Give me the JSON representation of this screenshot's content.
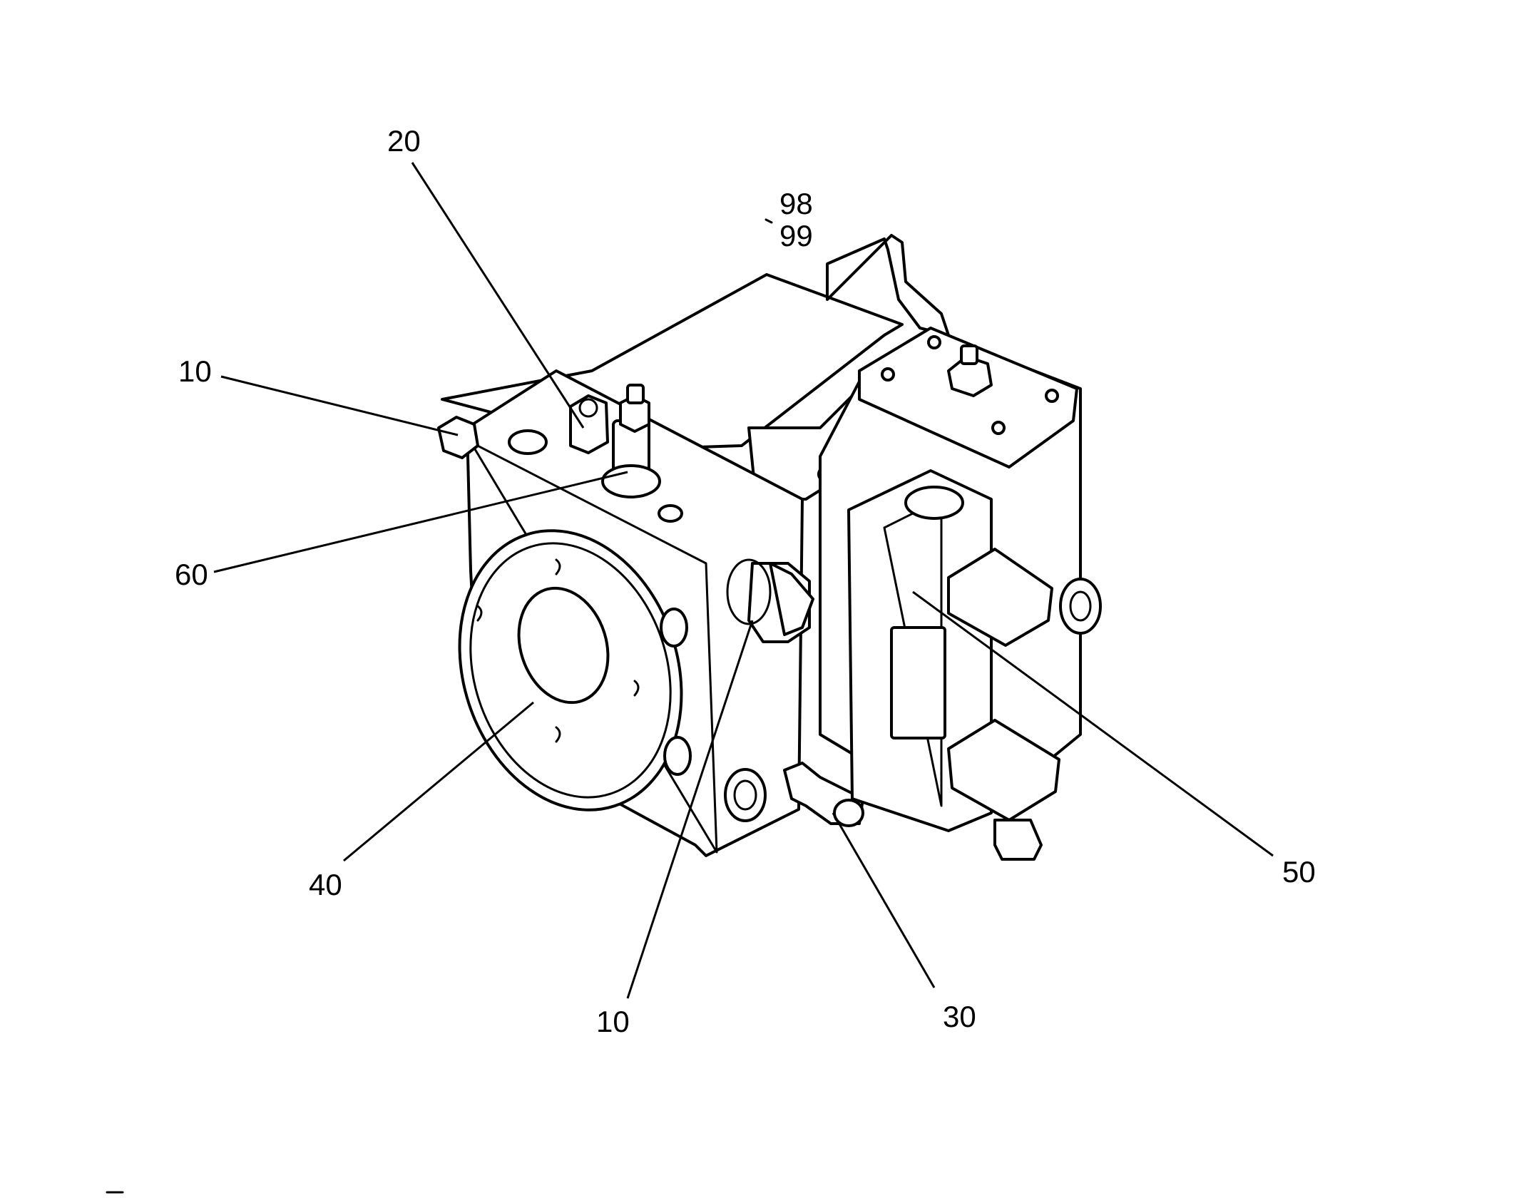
{
  "callouts": [
    {
      "id": "c20",
      "label": "20"
    },
    {
      "id": "c98",
      "label": "98"
    },
    {
      "id": "c99",
      "label": "99"
    },
    {
      "id": "c10a",
      "label": "10"
    },
    {
      "id": "c60",
      "label": "60"
    },
    {
      "id": "c40",
      "label": "40"
    },
    {
      "id": "c10b",
      "label": "10"
    },
    {
      "id": "c30",
      "label": "30"
    },
    {
      "id": "c50",
      "label": "50"
    }
  ]
}
